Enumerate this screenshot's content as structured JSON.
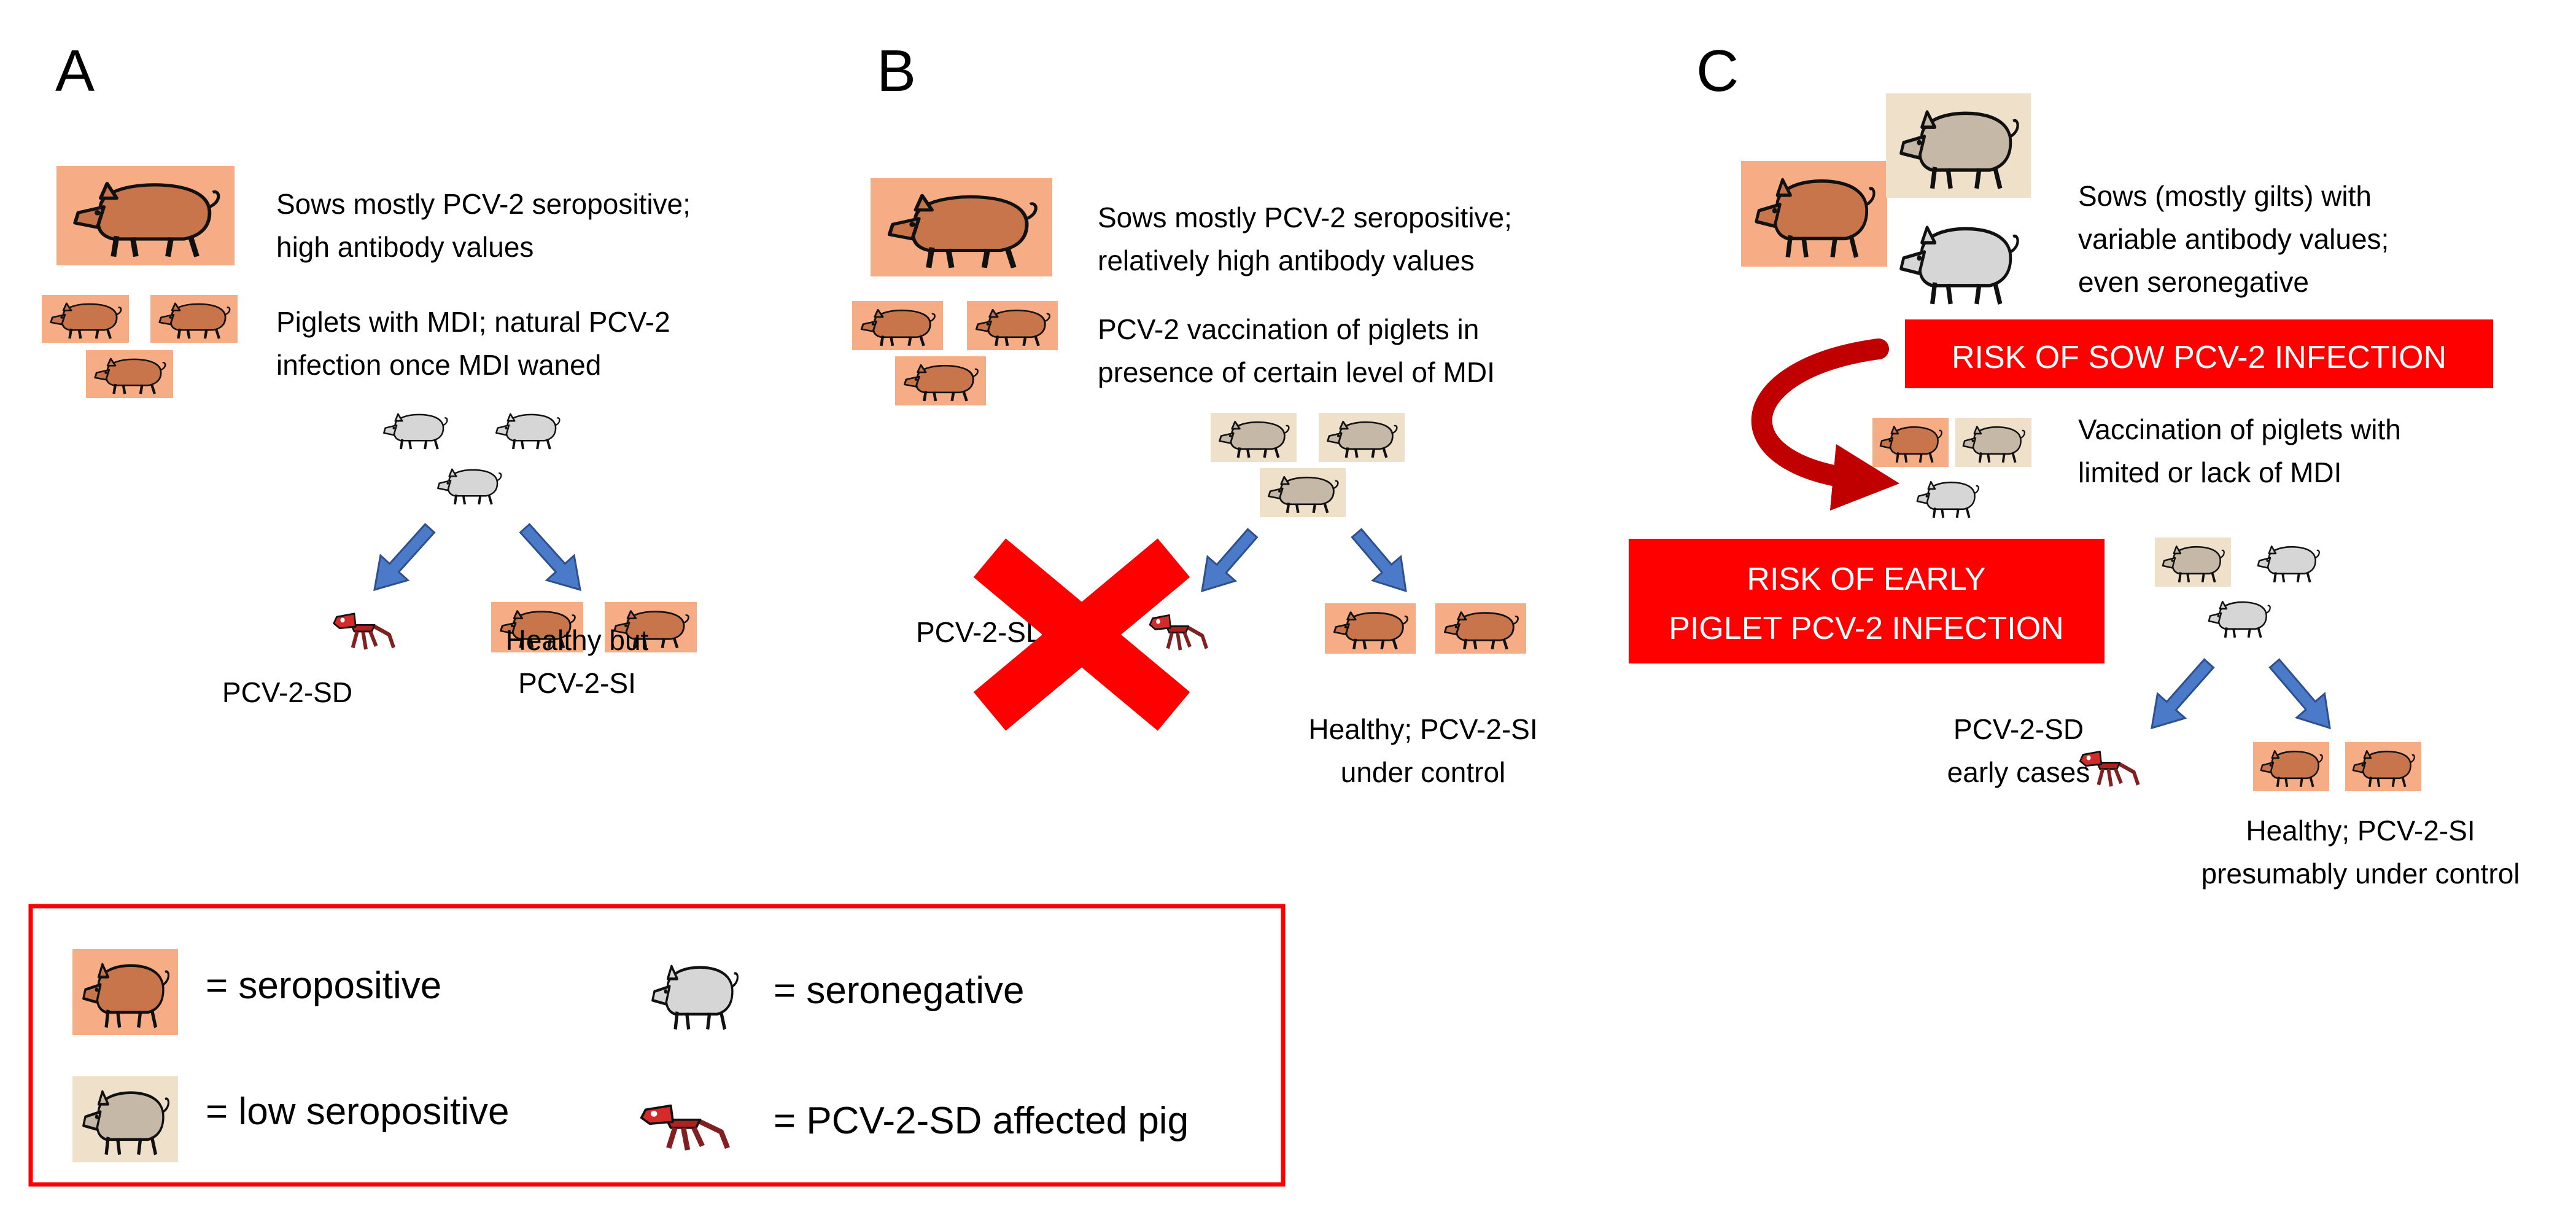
{
  "panels": {
    "A": {
      "label": "A",
      "sows_line1": "Sows mostly PCV-2 seropositive;",
      "sows_line2": "high antibody values",
      "piglets_line1": "Piglets with MDI; natural PCV-2",
      "piglets_line2": "infection once MDI waned",
      "outcome_left": "PCV-2-SD",
      "outcome_right_line1": "Healthy but",
      "outcome_right_line2": "PCV-2-SI"
    },
    "B": {
      "label": "B",
      "sows_line1": "Sows mostly PCV-2 seropositive;",
      "sows_line2": "relatively high antibody values",
      "piglets_line1": "PCV-2 vaccination of piglets in",
      "piglets_line2": "presence of certain level of MDI",
      "outcome_left": "PCV-2-SD",
      "outcome_right_line1": "Healthy; PCV-2-SI",
      "outcome_right_line2": "under control"
    },
    "C": {
      "label": "C",
      "sows_line1": "Sows (mostly gilts) with",
      "sows_line2": "variable antibody values;",
      "sows_line3": "even seronegative",
      "risk_sow": "RISK OF SOW PCV-2 INFECTION",
      "piglets_line1": "Vaccination of piglets with",
      "piglets_line2": "limited or lack of MDI",
      "risk_piglet_line1": "RISK OF EARLY",
      "risk_piglet_line2": "PIGLET PCV-2 INFECTION",
      "outcome_left_line1": "PCV-2-SD",
      "outcome_left_line2": "early cases",
      "outcome_right_line1": "Healthy; PCV-2-SI",
      "outcome_right_line2": "presumably under control"
    }
  },
  "legend": {
    "seropositive": "= seropositive",
    "seronegative": "= seronegative",
    "low_seropositive": "= low seropositive",
    "affected": "= PCV-2-SD affected pig"
  },
  "colors": {
    "seropositive_bg": "#f6ad85",
    "seropositive_pig": "#c8754b",
    "low_bg": "#efe0c9",
    "low_pig": "#c6b8a6",
    "seronegative_pig": "#d6d6d6",
    "affected_pig": "#d42a2a",
    "arrow_blue": "#4a7ac8",
    "risk_red": "#ff0000",
    "curve_red": "#c00000"
  },
  "icons": [
    "seropositive-pig-icon",
    "low-seropositive-pig-icon",
    "seronegative-pig-icon",
    "affected-pig-icon",
    "down-arrow-icon",
    "cross-mark-icon",
    "curved-arrow-icon"
  ]
}
